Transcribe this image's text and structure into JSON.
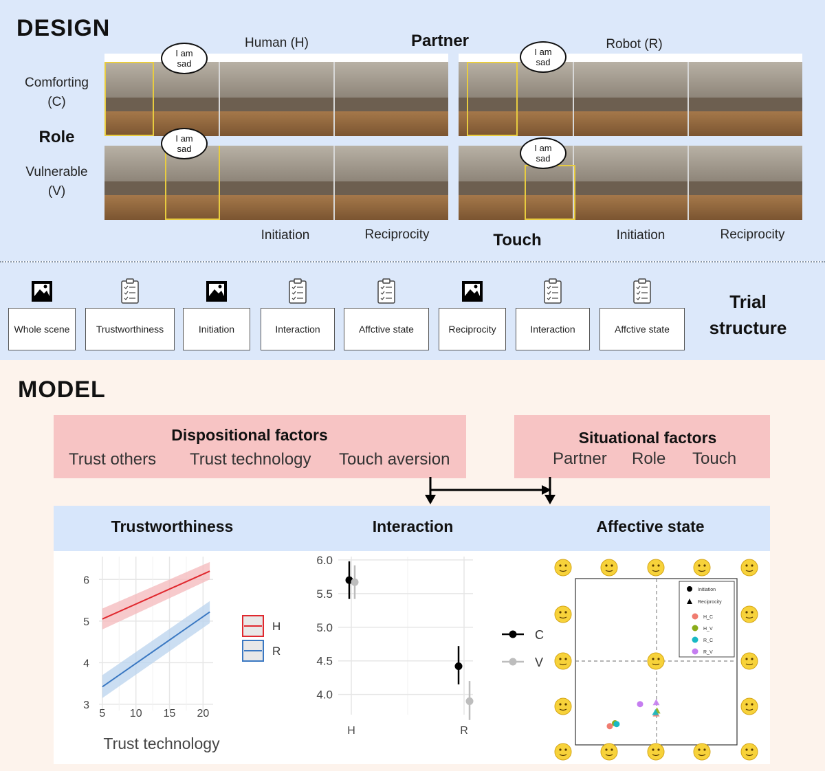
{
  "design": {
    "heading": "DESIGN",
    "partner_label": "Partner",
    "human_label": "Human (H)",
    "robot_label": "Robot (R)",
    "role_label": "Role",
    "comforting_label": "Comforting",
    "comforting_code": "(C)",
    "vulnerable_label": "Vulnerable",
    "vulnerable_code": "(V)",
    "touch_label": "Touch",
    "initiation_label": "Initiation",
    "reciprocity_label": "Reciprocity",
    "bubble_line1": "I am",
    "bubble_line2": "sad"
  },
  "trial": {
    "heading_line1": "Trial",
    "heading_line2": "structure",
    "steps": [
      {
        "label": "Whole scene",
        "icon": "image-icon"
      },
      {
        "label": "Trustworthiness",
        "icon": "clipboard-icon"
      },
      {
        "label": "Initiation",
        "icon": "image-icon"
      },
      {
        "label": "Interaction",
        "icon": "clipboard-icon"
      },
      {
        "label": "Affctive state",
        "icon": "clipboard-icon"
      },
      {
        "label": "Reciprocity",
        "icon": "image-icon"
      },
      {
        "label": "Interaction",
        "icon": "clipboard-icon"
      },
      {
        "label": "Affctive state",
        "icon": "clipboard-icon"
      }
    ]
  },
  "model": {
    "heading": "MODEL",
    "dispositional": {
      "title": "Dispositional factors",
      "items": [
        "Trust others",
        "Trust technology",
        "Touch aversion"
      ]
    },
    "situational": {
      "title": "Situational factors",
      "items": [
        "Partner",
        "Role",
        "Touch"
      ]
    },
    "outcomes": [
      "Trustworthiness",
      "Interaction",
      "Affective state"
    ]
  },
  "chart_data": [
    {
      "type": "line",
      "xlabel": "Trust technology",
      "xticks": [
        5,
        10,
        15,
        20
      ],
      "yticks": [
        3,
        4,
        5,
        6
      ],
      "xlim": [
        4.5,
        21.5
      ],
      "ylim": [
        2.85,
        6.55
      ],
      "grid": true,
      "legend_position": "right",
      "series": [
        {
          "name": "H",
          "color": "#e0282e",
          "band_color": "#f4b8bb",
          "x": [
            5,
            21
          ],
          "y": [
            5.05,
            6.2
          ],
          "lower": [
            4.8,
            6.0
          ],
          "upper": [
            5.3,
            6.42
          ]
        },
        {
          "name": "R",
          "color": "#3a78c2",
          "band_color": "#b9d3ee",
          "x": [
            5,
            21
          ],
          "y": [
            3.42,
            5.22
          ],
          "lower": [
            3.15,
            4.95
          ],
          "upper": [
            3.7,
            5.48
          ]
        }
      ]
    },
    {
      "type": "scatter",
      "categories": [
        "H",
        "R"
      ],
      "yticks": [
        "6.0",
        "5.5",
        "5.0",
        "4.5",
        "4.0"
      ],
      "ylim": [
        3.7,
        6.05
      ],
      "grid": true,
      "legend_position": "right",
      "series": [
        {
          "name": "C",
          "color": "#000000",
          "values": [
            5.7,
            4.42
          ],
          "lower": [
            5.42,
            4.15
          ],
          "upper": [
            5.98,
            4.72
          ]
        },
        {
          "name": "V",
          "color": "#bdbdbd",
          "values": [
            5.67,
            3.9
          ],
          "lower": [
            5.42,
            3.62
          ],
          "upper": [
            5.92,
            4.2
          ]
        }
      ]
    },
    {
      "type": "scatter",
      "grid": false,
      "legend_position": "top-right",
      "shape_legend": [
        "Initiation",
        "Reciprocity"
      ],
      "series": [
        {
          "name": "H_C",
          "color": "#f07c70",
          "initiation": [
            -1.15,
            -1.55
          ],
          "reciprocity": [
            0.0,
            -1.25
          ]
        },
        {
          "name": "H_V",
          "color": "#8aac1a",
          "initiation": [
            -1.02,
            -1.48
          ],
          "reciprocity": [
            0.02,
            -1.18
          ]
        },
        {
          "name": "R_C",
          "color": "#18b8c4",
          "initiation": [
            -0.98,
            -1.5
          ],
          "reciprocity": [
            -0.02,
            -1.22
          ]
        },
        {
          "name": "R_V",
          "color": "#c57df0",
          "initiation": [
            -0.4,
            -1.02
          ],
          "reciprocity": [
            0.0,
            -0.98
          ]
        }
      ]
    }
  ]
}
